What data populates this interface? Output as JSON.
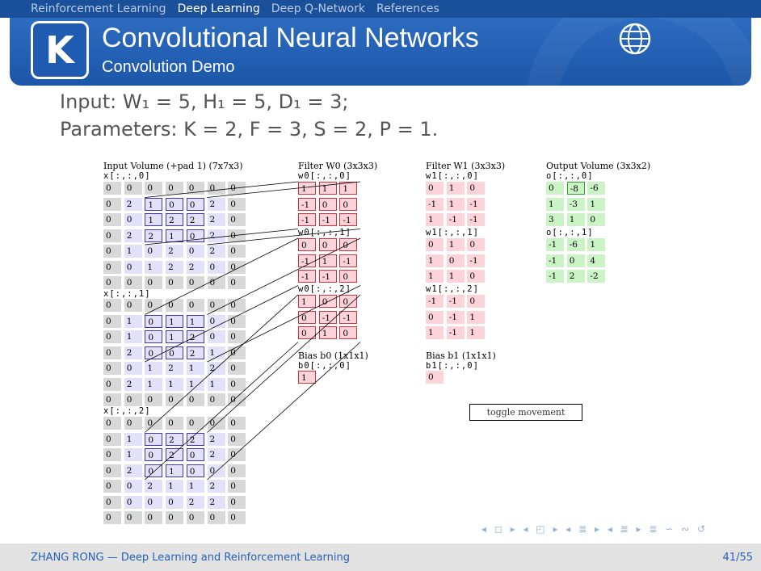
{
  "header": {
    "nav": [
      "Reinforcement Learning",
      "Deep Learning",
      "Deep Q-Network",
      "References"
    ],
    "active_nav": 1,
    "title": "Convolutional Neural Networks",
    "subtitle": "Convolution Demo",
    "logo_letter": "K"
  },
  "intro": {
    "line1": "Input: W₁ = 5, H₁ = 5, D₁ = 3;",
    "line2": "Parameters: K = 2, F = 3, S = 2, P = 1."
  },
  "demo": {
    "input_title": "Input Volume (+pad 1) (7x7x3)",
    "filter0_title": "Filter W0 (3x3x3)",
    "filter1_title": "Filter W1 (3x3x3)",
    "output_title": "Output Volume (3x3x2)",
    "bias0_title": "Bias b0 (1x1x1)",
    "bias1_title": "Bias b1 (1x1x1)",
    "input_labels": [
      "x[:,:,0]",
      "x[:,:,1]",
      "x[:,:,2]"
    ],
    "w0_labels": [
      "w0[:,:,0]",
      "w0[:,:,1]",
      "w0[:,:,2]"
    ],
    "w1_labels": [
      "w1[:,:,0]",
      "w1[:,:,1]",
      "w1[:,:,2]"
    ],
    "output_labels": [
      "o[:,:,0]",
      "o[:,:,1]"
    ],
    "b0_label": "b0[:,:,0]",
    "b1_label": "b1[:,:,0]",
    "input": [
      [
        [
          0,
          0,
          0,
          0,
          0,
          0,
          0
        ],
        [
          0,
          2,
          1,
          0,
          0,
          2,
          0
        ],
        [
          0,
          0,
          1,
          2,
          2,
          2,
          0
        ],
        [
          0,
          2,
          2,
          1,
          0,
          2,
          0
        ],
        [
          0,
          1,
          0,
          2,
          0,
          2,
          0
        ],
        [
          0,
          0,
          1,
          2,
          2,
          0,
          0
        ],
        [
          0,
          0,
          0,
          0,
          0,
          0,
          0
        ]
      ],
      [
        [
          0,
          0,
          0,
          0,
          0,
          0,
          0
        ],
        [
          0,
          1,
          0,
          1,
          1,
          0,
          0
        ],
        [
          0,
          1,
          0,
          1,
          2,
          0,
          0
        ],
        [
          0,
          2,
          0,
          0,
          2,
          1,
          0
        ],
        [
          0,
          0,
          1,
          2,
          1,
          2,
          0
        ],
        [
          0,
          2,
          1,
          1,
          1,
          1,
          0
        ],
        [
          0,
          0,
          0,
          0,
          0,
          0,
          0
        ]
      ],
      [
        [
          0,
          0,
          0,
          0,
          0,
          0,
          0
        ],
        [
          0,
          1,
          0,
          2,
          2,
          2,
          0
        ],
        [
          0,
          1,
          0,
          2,
          0,
          2,
          0
        ],
        [
          0,
          2,
          0,
          1,
          0,
          0,
          0
        ],
        [
          0,
          0,
          2,
          1,
          1,
          2,
          0
        ],
        [
          0,
          0,
          0,
          0,
          2,
          2,
          0
        ],
        [
          0,
          0,
          0,
          0,
          0,
          0,
          0
        ]
      ]
    ],
    "w0": [
      [
        [
          1,
          1,
          1
        ],
        [
          -1,
          0,
          0
        ],
        [
          -1,
          -1,
          -1
        ]
      ],
      [
        [
          0,
          0,
          0
        ],
        [
          -1,
          1,
          -1
        ],
        [
          -1,
          -1,
          0
        ]
      ],
      [
        [
          1,
          0,
          0
        ],
        [
          0,
          -1,
          -1
        ],
        [
          0,
          1,
          0
        ]
      ]
    ],
    "w1": [
      [
        [
          0,
          1,
          0
        ],
        [
          -1,
          1,
          -1
        ],
        [
          1,
          -1,
          -1
        ]
      ],
      [
        [
          0,
          1,
          0
        ],
        [
          1,
          0,
          -1
        ],
        [
          1,
          1,
          0
        ]
      ],
      [
        [
          -1,
          -1,
          0
        ],
        [
          0,
          -1,
          1
        ],
        [
          1,
          -1,
          1
        ]
      ]
    ],
    "b0": "1",
    "b1": "0",
    "output": [
      [
        [
          0,
          -8,
          -6
        ],
        [
          1,
          -3,
          1
        ],
        [
          3,
          1,
          0
        ]
      ],
      [
        [
          -1,
          -6,
          1
        ],
        [
          -1,
          0,
          4
        ],
        [
          -1,
          2,
          -2
        ]
      ]
    ],
    "highlight_input": {
      "row": 1,
      "col": 2,
      "size": 3
    },
    "highlight_output": {
      "row": 0,
      "col": 1
    },
    "toggle_label": "toggle movement"
  },
  "nav_symbols": "◂ ◻ ▸ ◂ ◰ ▸ ◂ ≣ ▸ ◂ ≣ ▸ ≣ ∽ ∾ ↺",
  "footer": {
    "author": "ZHANG RONG — Deep Learning and Reinforcement Learning",
    "page": "41/55"
  }
}
